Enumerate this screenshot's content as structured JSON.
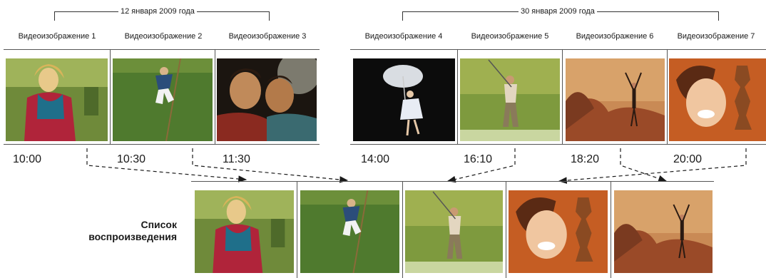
{
  "groups": [
    {
      "date": "12 января 2009 года"
    },
    {
      "date": "30 января 2009 года"
    }
  ],
  "clips": [
    {
      "label": "Видеоизображение 1",
      "time": "10:00",
      "scene": "woman-jogging-park"
    },
    {
      "label": "Видеоизображение 2",
      "time": "10:30",
      "scene": "child-jumping-grass"
    },
    {
      "label": "Видеоизображение 3",
      "time": "11:30",
      "scene": "two-men-smiling"
    },
    {
      "label": "Видеоизображение 4",
      "time": "14:00",
      "scene": "girl-with-umbrella"
    },
    {
      "label": "Видеоизображение 5",
      "time": "16:10",
      "scene": "golfer-swing"
    },
    {
      "label": "Видеоизображение 6",
      "time": "18:20",
      "scene": "hiker-on-rocks-sunset"
    },
    {
      "label": "Видеоизображение 7",
      "time": "20:00",
      "scene": "woman-with-chess-piece"
    }
  ],
  "playlist": {
    "title_line1": "Список",
    "title_line2": "воспроизведения",
    "items": [
      {
        "source_clip": 1,
        "scene": "woman-jogging-park"
      },
      {
        "source_clip": 2,
        "scene": "child-jumping-grass"
      },
      {
        "source_clip": 5,
        "scene": "golfer-swing"
      },
      {
        "source_clip": 7,
        "scene": "woman-with-chess-piece"
      },
      {
        "source_clip": 6,
        "scene": "hiker-on-rocks-sunset"
      }
    ]
  }
}
